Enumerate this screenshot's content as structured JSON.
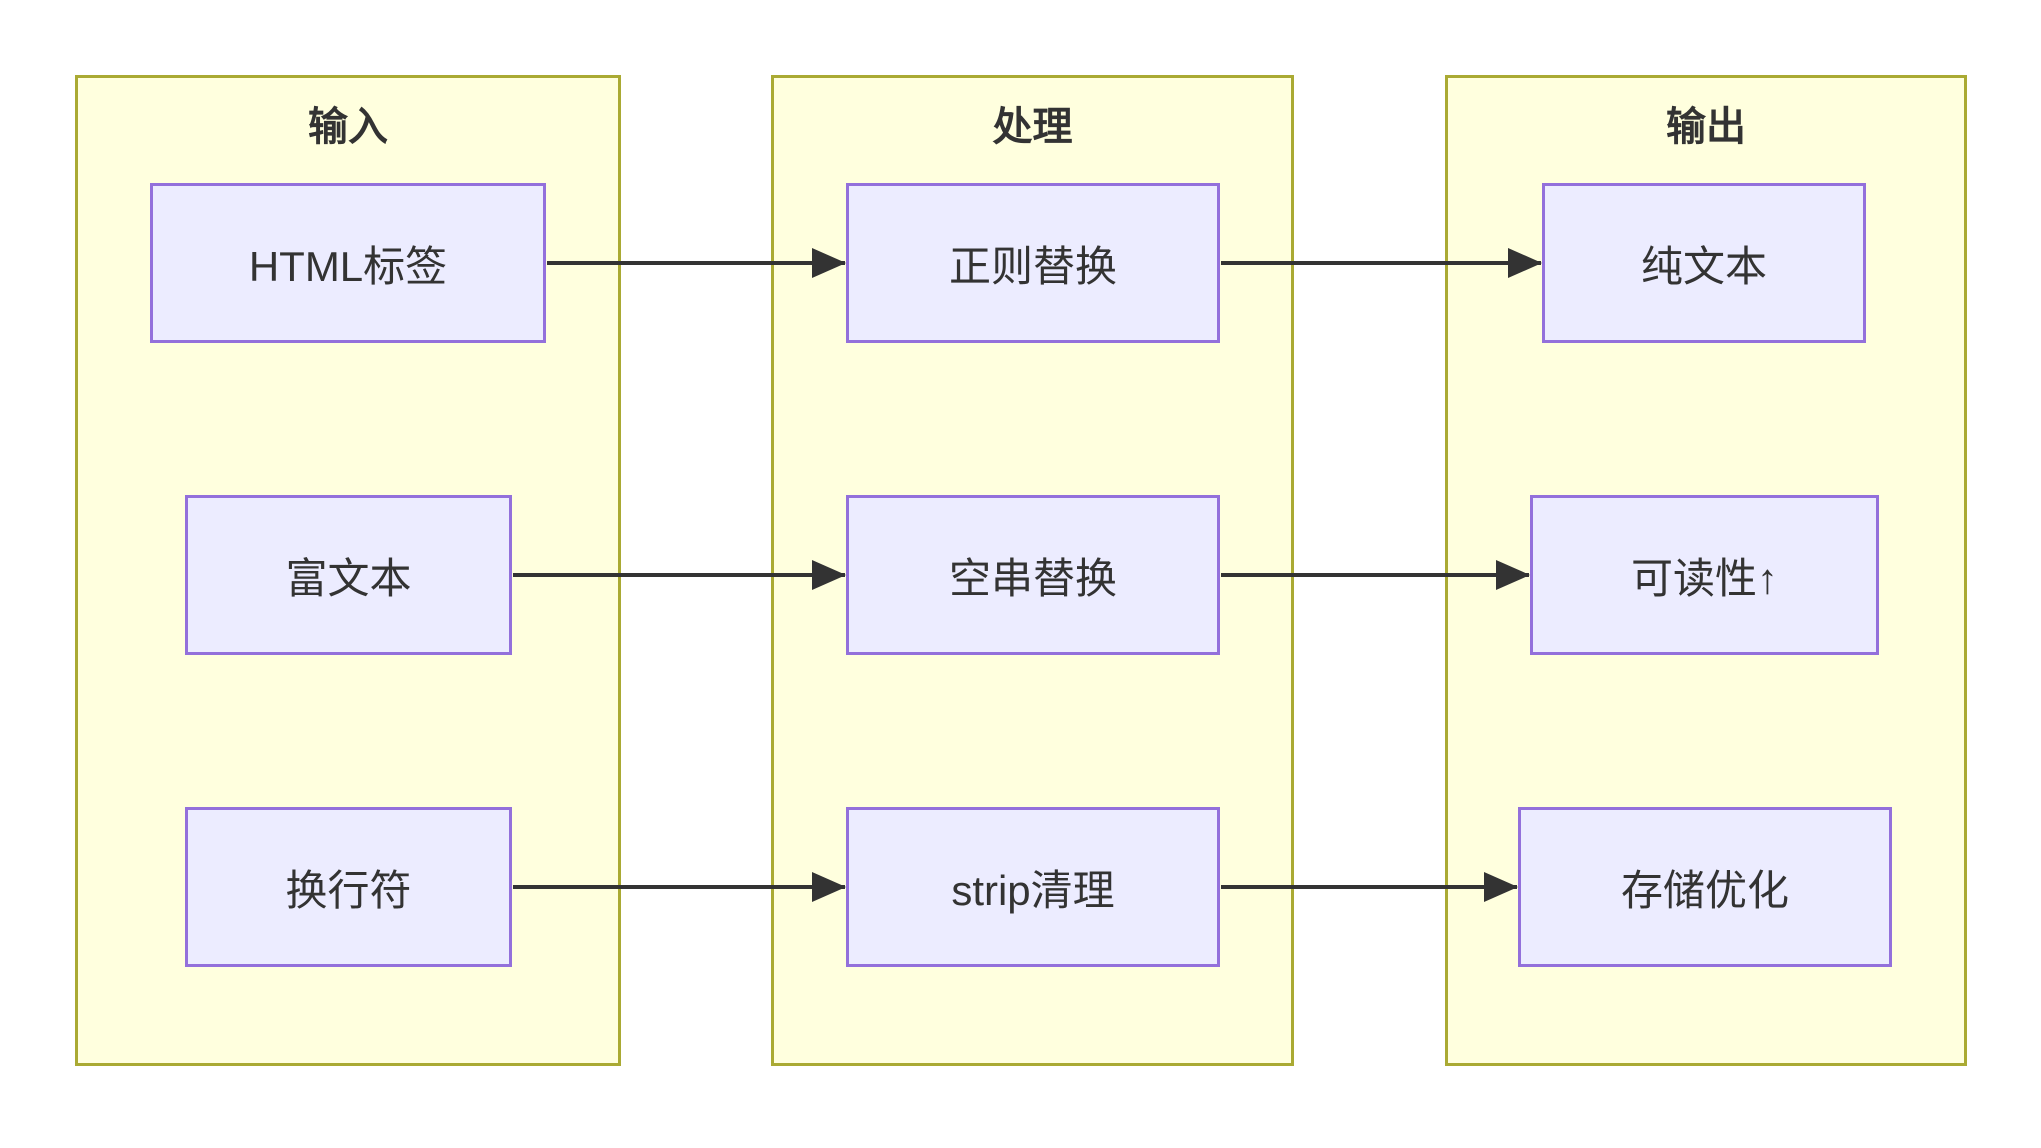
{
  "diagram": {
    "type": "flowchart-lr",
    "columns": [
      {
        "id": "input",
        "title": "输入",
        "nodes": [
          {
            "id": "html-tags",
            "label": "HTML标签"
          },
          {
            "id": "rich-text",
            "label": "富文本"
          },
          {
            "id": "newline",
            "label": "换行符"
          }
        ]
      },
      {
        "id": "process",
        "title": "处理",
        "nodes": [
          {
            "id": "regex-replace",
            "label": "正则替换"
          },
          {
            "id": "empty-replace",
            "label": "空串替换"
          },
          {
            "id": "strip-clean",
            "label": "strip清理"
          }
        ]
      },
      {
        "id": "output",
        "title": "输出",
        "nodes": [
          {
            "id": "plain-text",
            "label": "纯文本"
          },
          {
            "id": "readability",
            "label": "可读性↑"
          },
          {
            "id": "storage-opt",
            "label": "存储优化"
          }
        ]
      }
    ],
    "edges": [
      {
        "from": "html-tags",
        "to": "regex-replace"
      },
      {
        "from": "rich-text",
        "to": "empty-replace"
      },
      {
        "from": "newline",
        "to": "strip-clean"
      },
      {
        "from": "regex-replace",
        "to": "plain-text"
      },
      {
        "from": "empty-replace",
        "to": "readability"
      },
      {
        "from": "strip-clean",
        "to": "storage-opt"
      }
    ],
    "colors": {
      "subgraph_fill": "#FFFFDE",
      "subgraph_border": "#AAAA33",
      "node_fill": "#ECECFF",
      "node_border": "#9370DB",
      "arrow": "#333333",
      "text": "#333333",
      "background": "#FFFFFF"
    }
  }
}
